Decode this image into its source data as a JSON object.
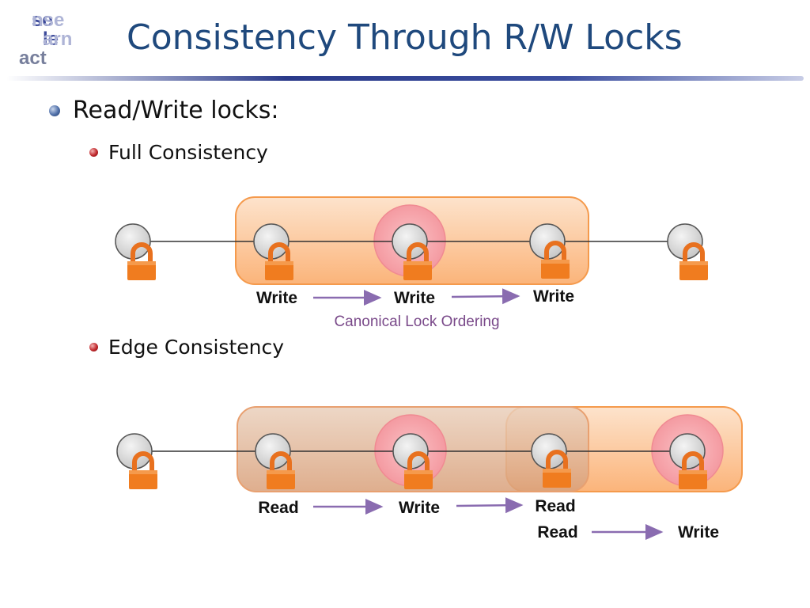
{
  "logo": {
    "line1_a": "se",
    "line1_b": "nse",
    "line2_a": "le",
    "line2_b": "arn",
    "line3": "act"
  },
  "slide": {
    "title": "Consistency Through R/W Locks"
  },
  "bullets": {
    "main": "Read/Write locks:",
    "full": "Full Consistency",
    "edge": "Edge Consistency"
  },
  "diagram_full": {
    "labels": {
      "write1": "Write",
      "write2": "Write",
      "write3": "Write"
    },
    "caption": "Canonical Lock Ordering"
  },
  "diagram_edge": {
    "labels": {
      "read1": "Read",
      "write1": "Write",
      "read2": "Read",
      "read3": "Read",
      "write2": "Write"
    }
  },
  "colors": {
    "title": "#1f497d",
    "scope_fill": "#fbc08f",
    "scope_stroke": "#f59a4c",
    "highlight": "#f7a9ae",
    "lock": "#e8711f",
    "arrow": "#8a6cb0"
  }
}
